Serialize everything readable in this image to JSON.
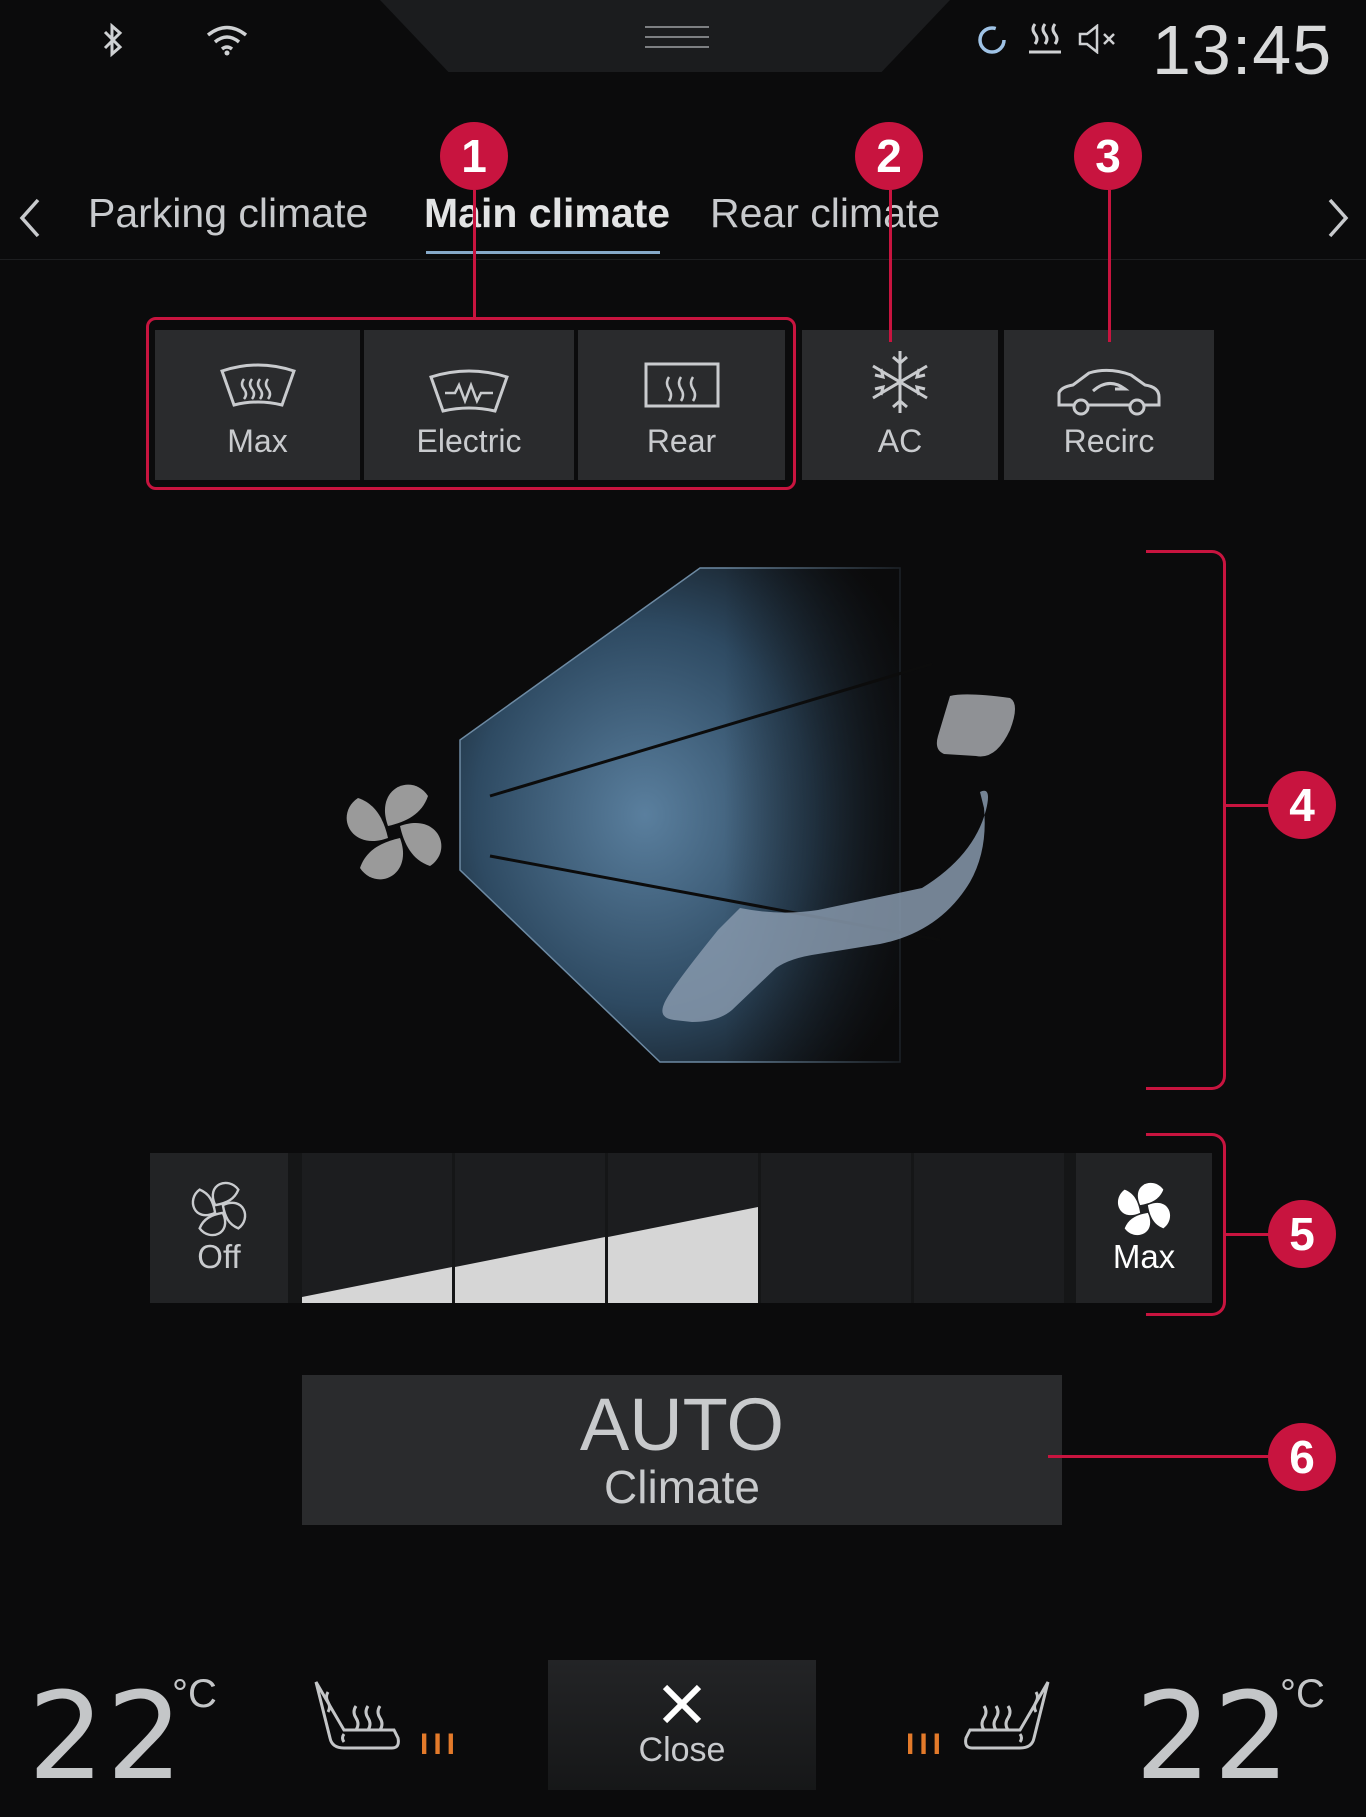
{
  "status_bar": {
    "clock": "13:45",
    "icons": [
      "bluetooth-icon",
      "wifi-icon",
      "sync-icon",
      "rear-defrost-status-icon",
      "mute-icon"
    ]
  },
  "tabs": {
    "items": [
      {
        "label": "Parking climate",
        "selected": false
      },
      {
        "label": "Main climate",
        "selected": true
      },
      {
        "label": "Rear climate",
        "selected": false
      }
    ]
  },
  "quick_buttons": {
    "max_label": "Max",
    "electric_label": "Electric",
    "rear_label": "Rear",
    "ac_label": "AC",
    "recirc_label": "Recirc"
  },
  "fan": {
    "off_label": "Off",
    "max_label": "Max",
    "level": 3,
    "levels_total": 5
  },
  "auto": {
    "main": "AUTO",
    "sub": "Climate"
  },
  "bottom_bar": {
    "left_temp": "22",
    "left_unit": "°C",
    "right_temp": "22",
    "right_unit": "°C",
    "close_label": "Close",
    "left_seat_heat_level": 3,
    "right_seat_heat_level": 3
  },
  "annotations": [
    "1",
    "2",
    "3",
    "4",
    "5",
    "6"
  ],
  "colors": {
    "background": "#0b0b0c",
    "accent_underline": "#86a9c9",
    "callout_red": "#c8143f",
    "seat_heat_orange": "#e37a2a"
  }
}
